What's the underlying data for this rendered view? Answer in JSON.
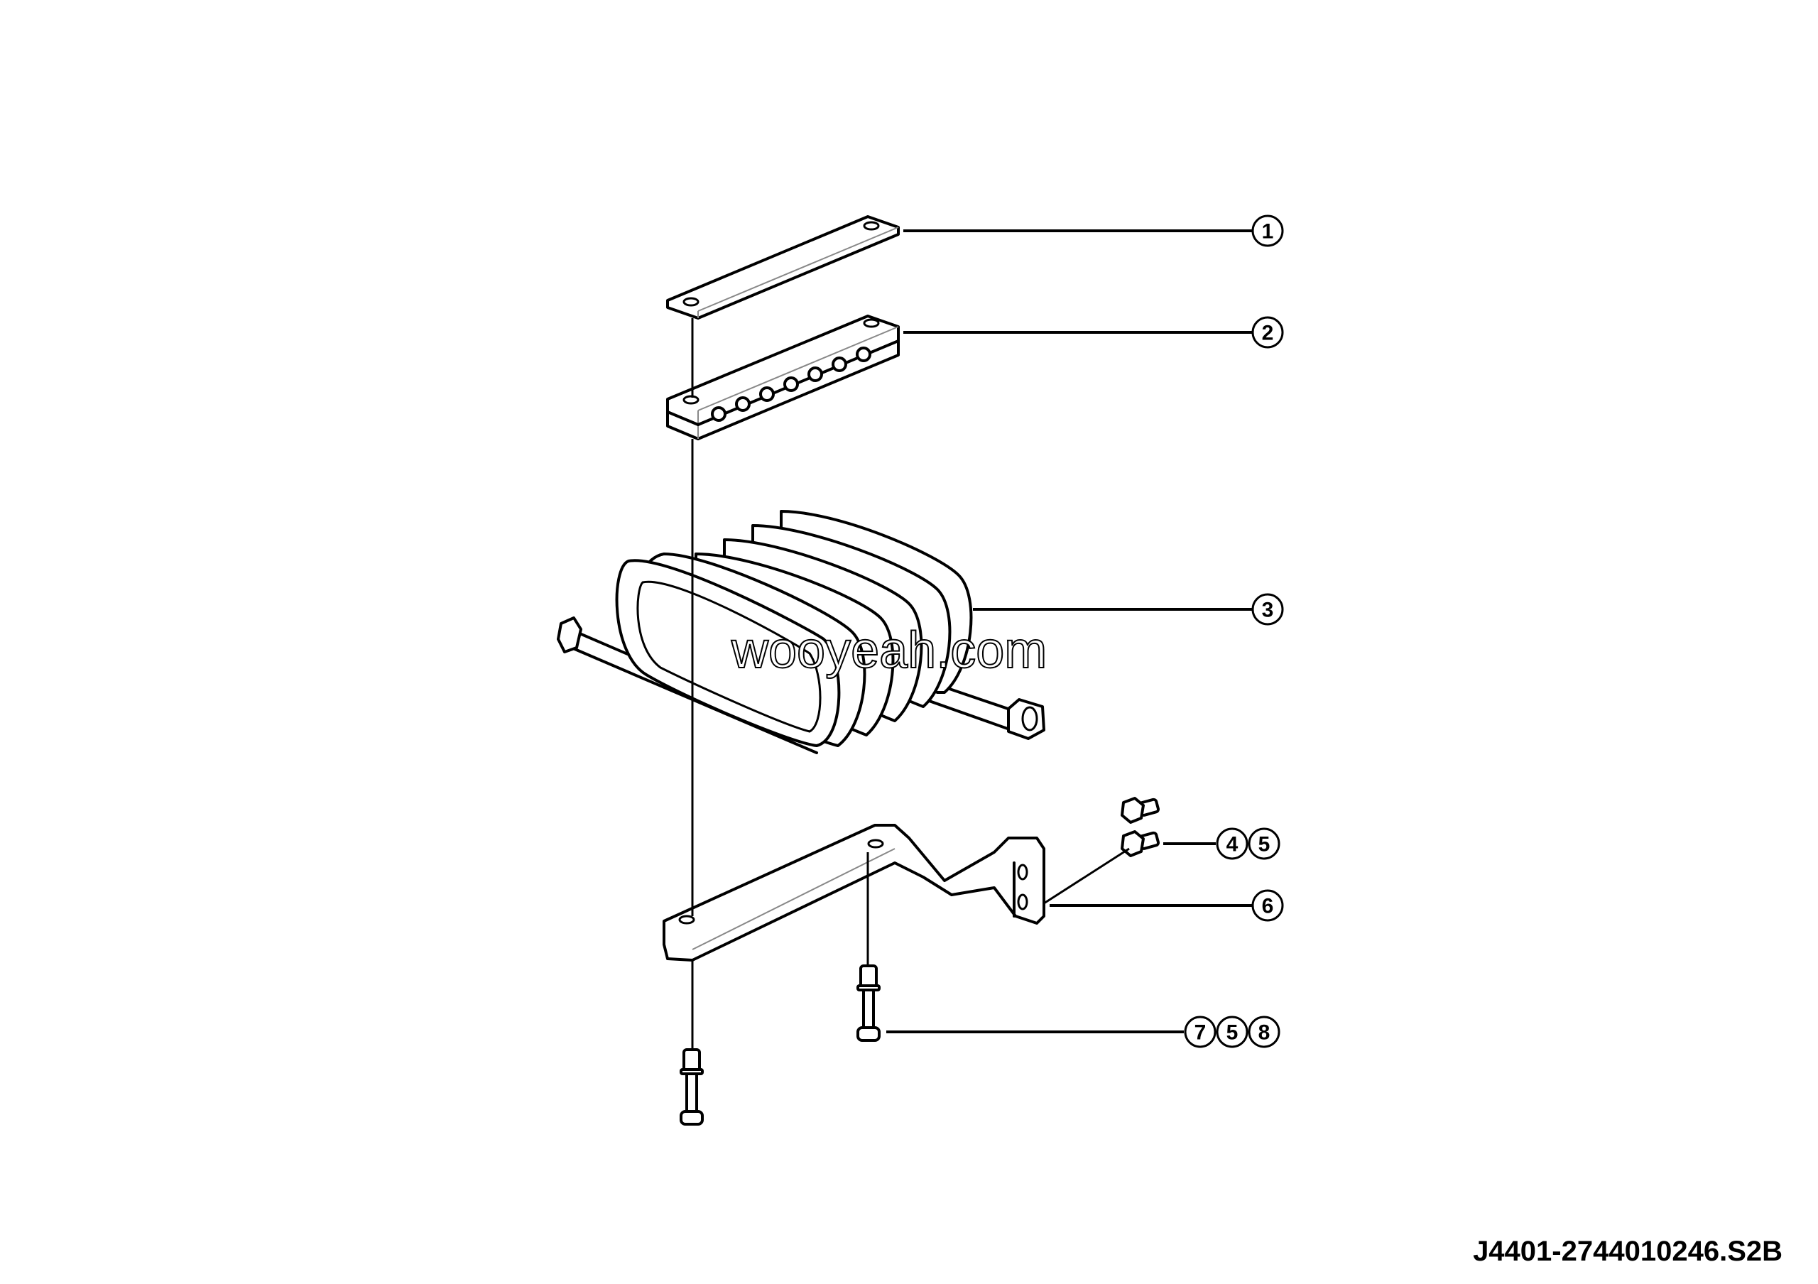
{
  "diagram": {
    "type": "exploded-parts-diagram",
    "subject": "coiled tube assembly with clamp bars and mounting bracket",
    "reference_code": "J4401-2744010246.S2B",
    "watermark": "wooyeah.com",
    "callouts": [
      {
        "id": "c1",
        "labels": [
          "1"
        ],
        "part": "top clamp plate"
      },
      {
        "id": "c2",
        "labels": [
          "2"
        ],
        "part": "clamp block with tube holes"
      },
      {
        "id": "c3",
        "labels": [
          "3"
        ],
        "part": "coiled tube"
      },
      {
        "id": "c45",
        "labels": [
          "4",
          "5"
        ],
        "part": "flange bolts"
      },
      {
        "id": "c6",
        "labels": [
          "6"
        ],
        "part": "mounting bracket"
      },
      {
        "id": "c758",
        "labels": [
          "7",
          "5",
          "8"
        ],
        "part": "bolts with washers"
      }
    ]
  }
}
